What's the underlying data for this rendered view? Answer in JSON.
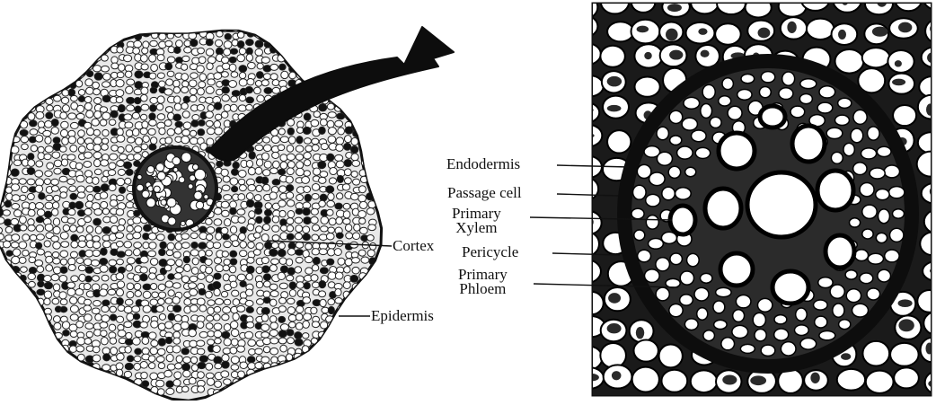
{
  "colors": {
    "ink": "#111111",
    "paper": "#ffffff",
    "accent": "#000000"
  },
  "labels": {
    "cortex": "Cortex",
    "epidermis": "Epidermis",
    "endodermis": "Endodermis",
    "passage_cell": "Passage cell",
    "primary_xylem_line1": "Primary",
    "primary_xylem_line2": "Xylem",
    "pericycle": "Pericycle",
    "primary_phloem_line1": "Primary",
    "primary_phloem_line2": "Phloem"
  },
  "panels": {
    "left": {
      "name": "whole-root-cross-section"
    },
    "right": {
      "name": "stele-enlarged-view"
    }
  },
  "arrow": {
    "name": "magnify-arrow"
  }
}
